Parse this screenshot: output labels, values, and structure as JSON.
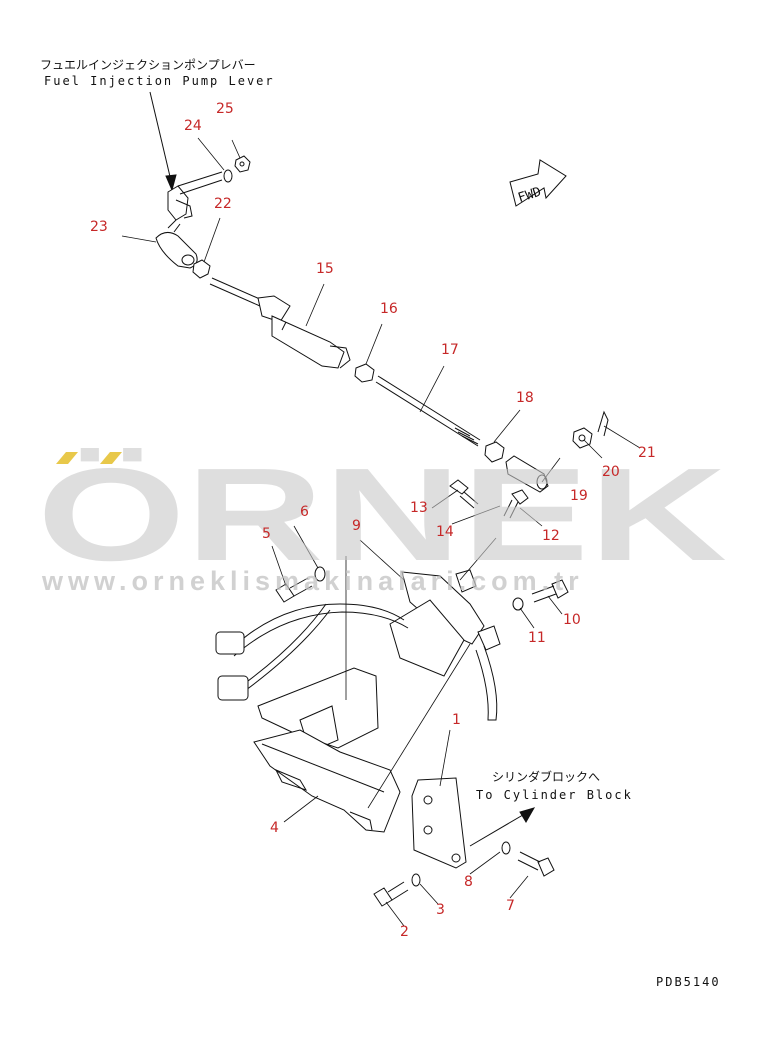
{
  "labels": {
    "lever_jp": "フュエルインジェクションポンプレバー",
    "lever_en": "Fuel Injection Pump Lever",
    "cylinder_jp": "シリンダブロックへ",
    "cylinder_en": "To Cylinder Block",
    "fwd": "FWD",
    "drawing_code": "PDB5140"
  },
  "watermark": {
    "logo": "ÖRNEK",
    "url": "www.orneklismakinalari.com.tr"
  },
  "part_numbers": [
    "1",
    "2",
    "3",
    "4",
    "5",
    "6",
    "7",
    "8",
    "9",
    "10",
    "11",
    "12",
    "13",
    "14",
    "15",
    "16",
    "17",
    "18",
    "19",
    "20",
    "21",
    "22",
    "23",
    "24",
    "25"
  ],
  "colors": {
    "part_number": "#c62828",
    "line": "#111111",
    "watermark": "#c8c8c8",
    "watermark_accent": "#e8c84a"
  }
}
